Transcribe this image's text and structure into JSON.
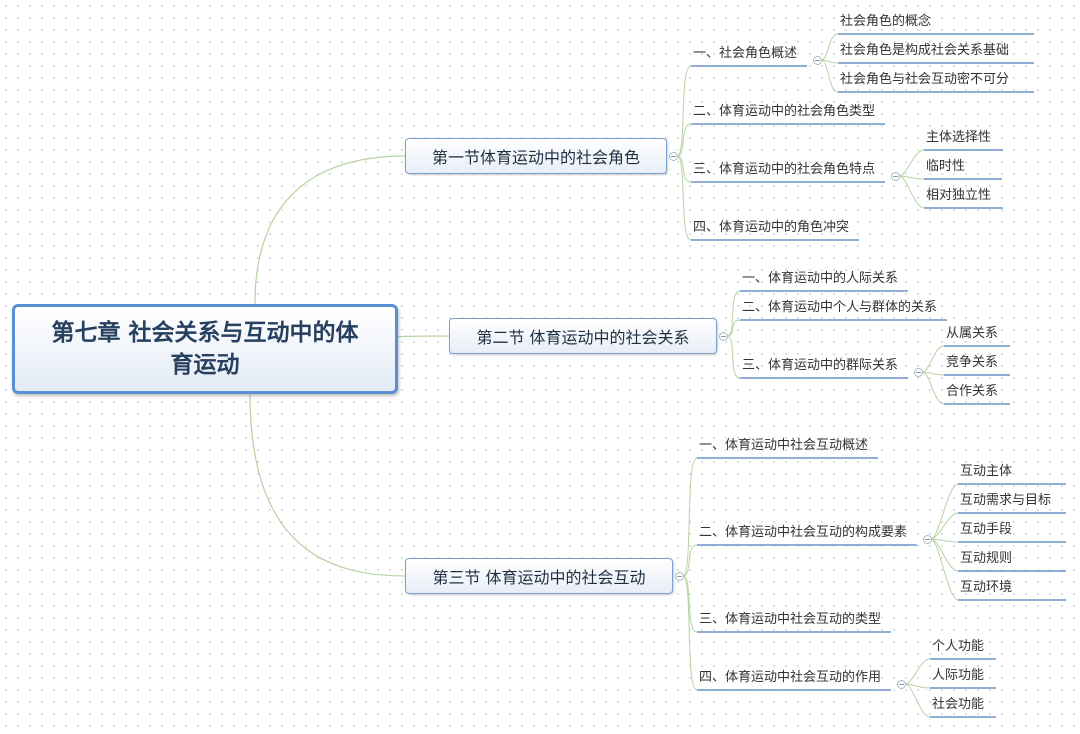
{
  "central": {
    "line1": "第七章 社会关系与互动中的体",
    "line2": "育运动"
  },
  "sections": [
    {
      "title": "第一节体育运动中的社会角色",
      "topics": [
        {
          "label": "一、社会角色概述",
          "details": [
            "社会角色的概念",
            "社会角色是构成社会关系基础",
            "社会角色与社会互动密不可分"
          ]
        },
        {
          "label": "二、体育运动中的社会角色类型",
          "details": []
        },
        {
          "label": "三、体育运动中的社会角色特点",
          "details": [
            "主体选择性",
            "临时性",
            "相对独立性"
          ]
        },
        {
          "label": "四、体育运动中的角色冲突",
          "details": []
        }
      ]
    },
    {
      "title": "第二节 体育运动中的社会关系",
      "topics": [
        {
          "label": "一、体育运动中的人际关系",
          "details": []
        },
        {
          "label": "二、体育运动中个人与群体的关系",
          "details": []
        },
        {
          "label": "三、体育运动中的群际关系",
          "details": [
            "从属关系",
            "竞争关系",
            "合作关系"
          ]
        }
      ]
    },
    {
      "title": "第三节 体育运动中的社会互动",
      "topics": [
        {
          "label": "一、体育运动中社会互动概述",
          "details": []
        },
        {
          "label": "二、体育运动中社会互动的构成要素",
          "details": [
            "互动主体",
            "互动需求与目标",
            "互动手段",
            "互动规则",
            "互动环境"
          ]
        },
        {
          "label": "三、体育运动中社会互动的类型",
          "details": []
        },
        {
          "label": "四、体育运动中社会互动的作用",
          "details": [
            "个人功能",
            "人际功能",
            "社会功能"
          ]
        }
      ]
    }
  ],
  "colors": {
    "central_border": "#5b8fd3",
    "topic_underline": "#6b93c9",
    "connector": "#b7d3a4"
  }
}
